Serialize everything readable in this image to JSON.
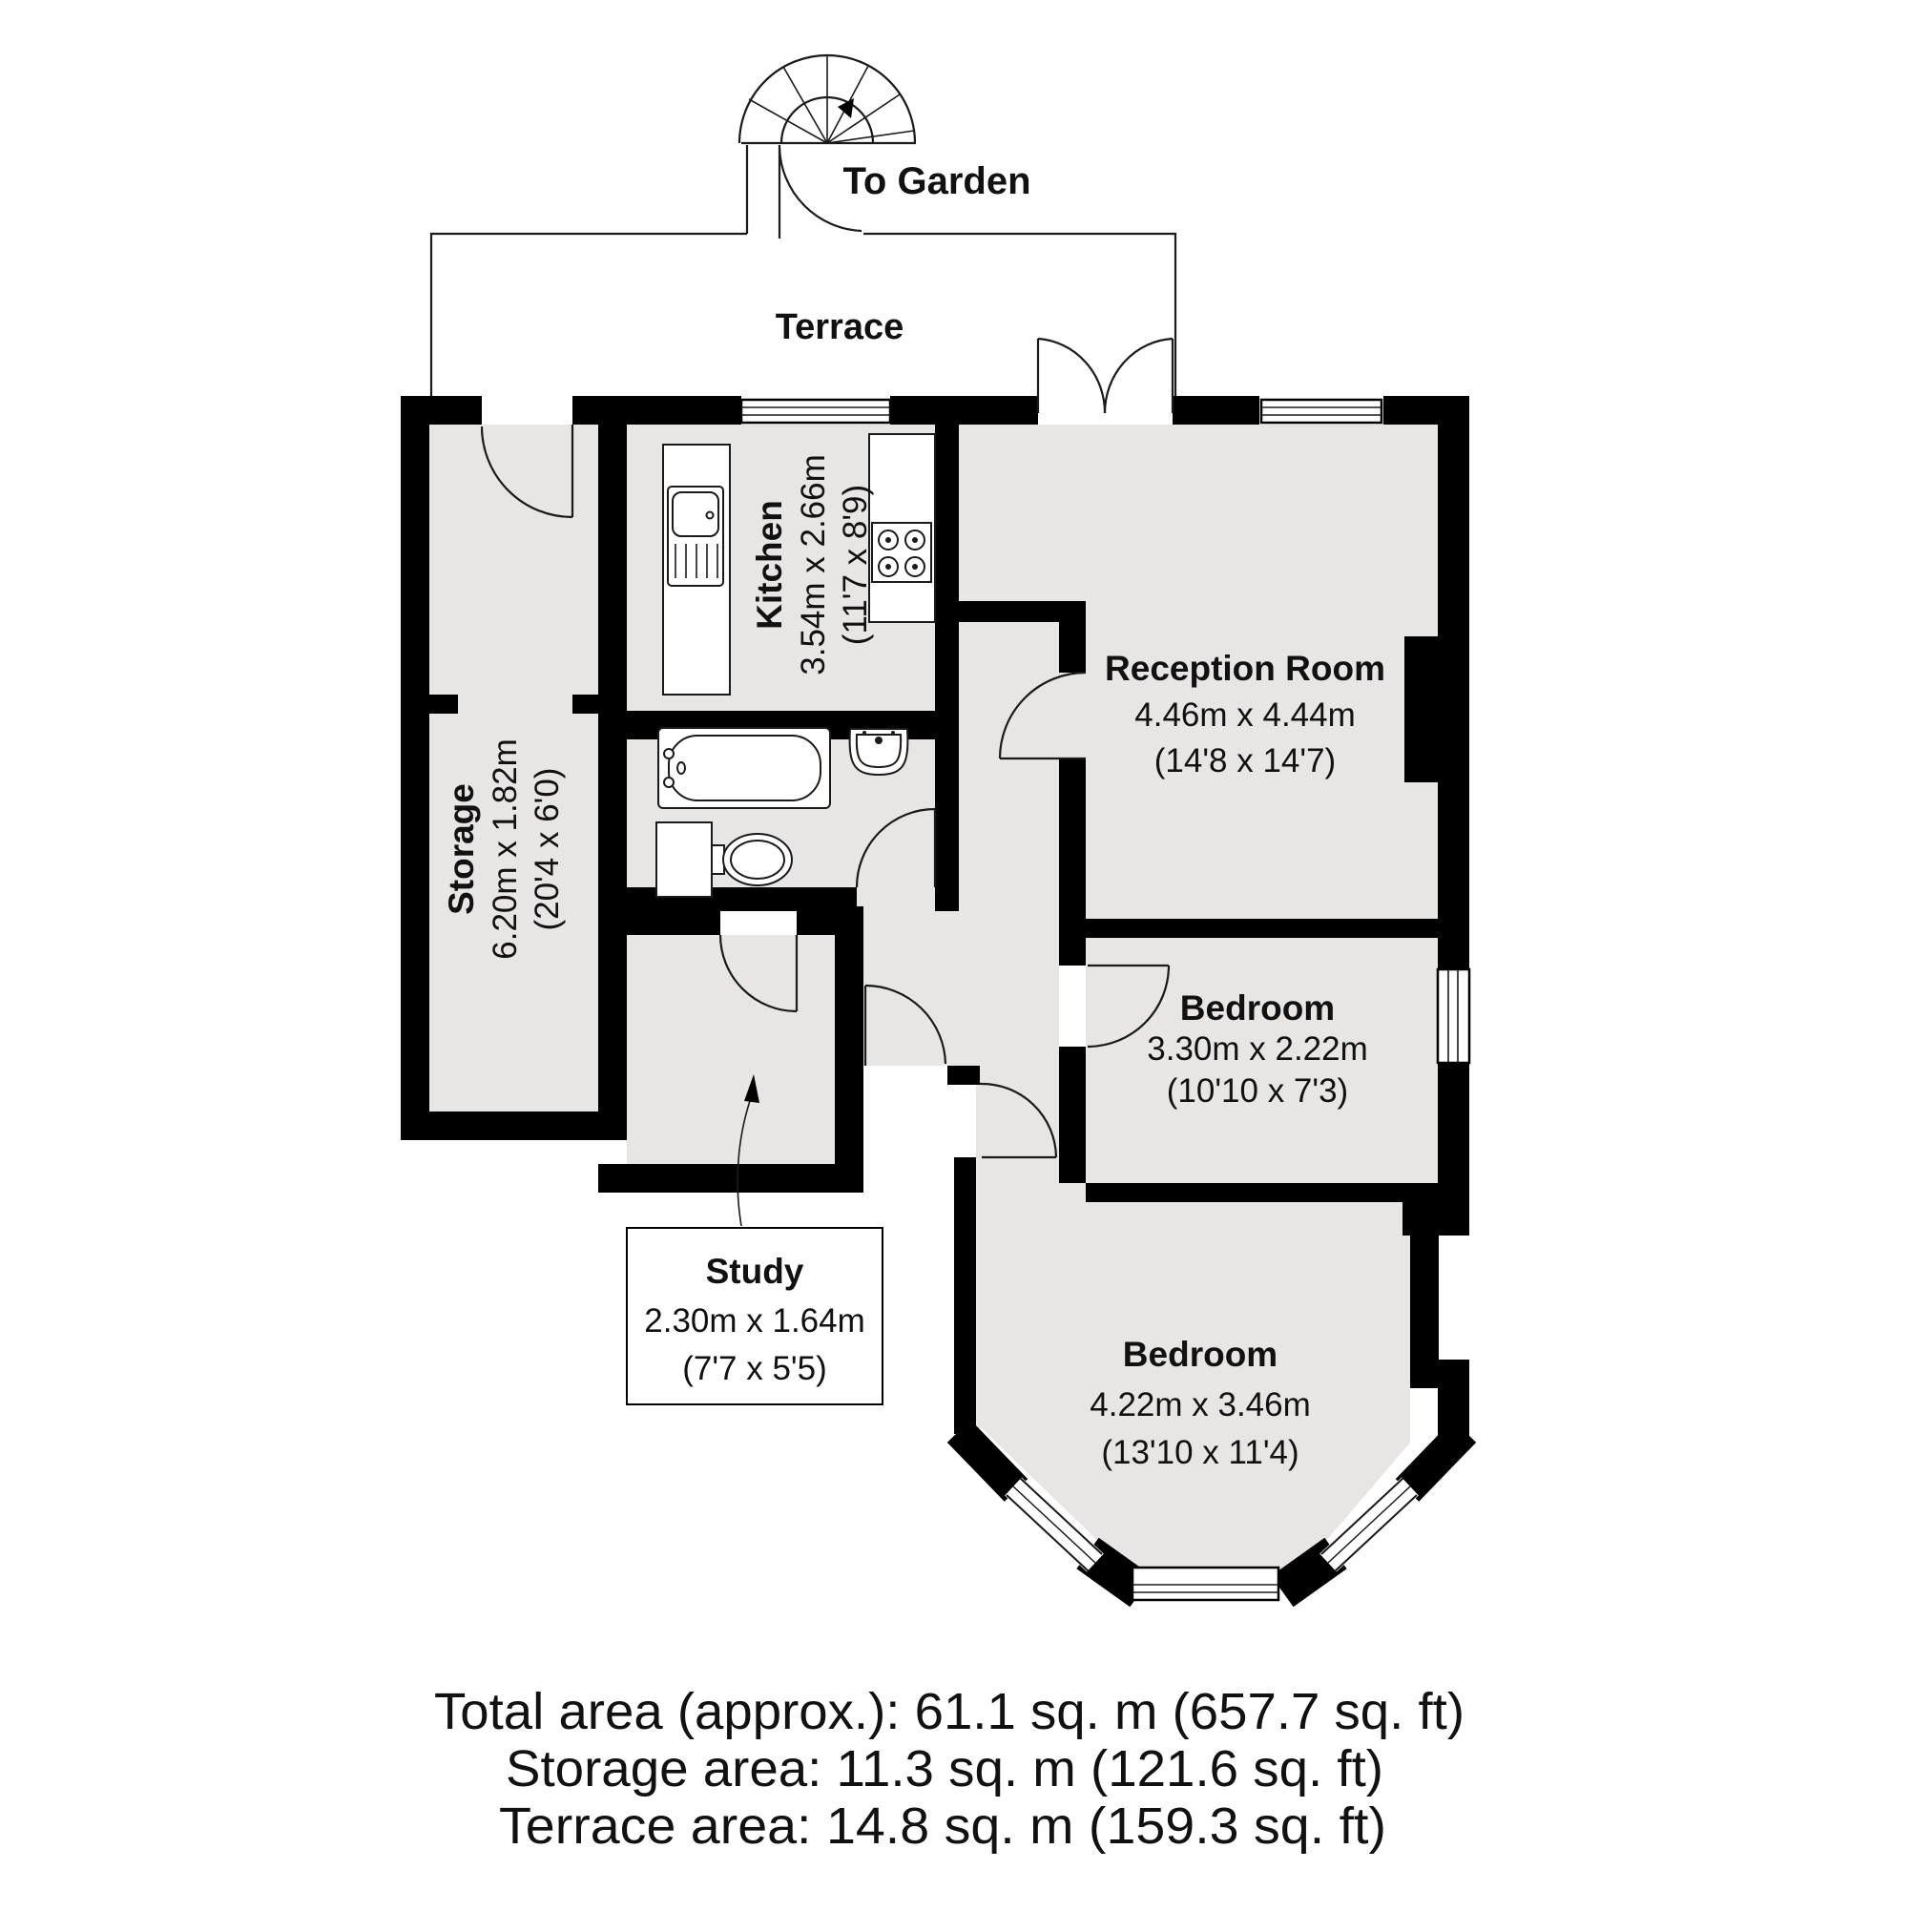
{
  "colors": {
    "wall": "#000000",
    "floor_fill": "#e7e6e4",
    "background": "#ffffff",
    "line": "#1a1a1a"
  },
  "labels": {
    "to_garden": "To Garden",
    "terrace": "Terrace"
  },
  "rooms": {
    "storage": {
      "name": "Storage",
      "dim_m": "6.20m x 1.82m",
      "dim_ft": "(20'4 x 6'0)"
    },
    "kitchen": {
      "name": "Kitchen",
      "dim_m": "3.54m x 2.66m",
      "dim_ft": "(11'7 x 8'9)"
    },
    "reception": {
      "name": "Reception Room",
      "dim_m": "4.46m x 4.44m",
      "dim_ft": "(14'8 x 14'7)"
    },
    "bedroom_small": {
      "name": "Bedroom",
      "dim_m": "3.30m x 2.22m",
      "dim_ft": "(10'10 x 7'3)"
    },
    "bedroom_large": {
      "name": "Bedroom",
      "dim_m": "4.22m x 3.46m",
      "dim_ft": "(13'10 x 11'4)"
    },
    "study": {
      "name": "Study",
      "dim_m": "2.30m x 1.64m",
      "dim_ft": "(7'7 x 5'5)"
    }
  },
  "summary": {
    "total": "Total area (approx.): 61.1 sq. m (657.7 sq. ft)",
    "storage": "Storage area: 11.3 sq. m (121.6 sq. ft)",
    "terrace": "Terrace area: 14.8 sq. m (159.3 sq. ft)"
  }
}
